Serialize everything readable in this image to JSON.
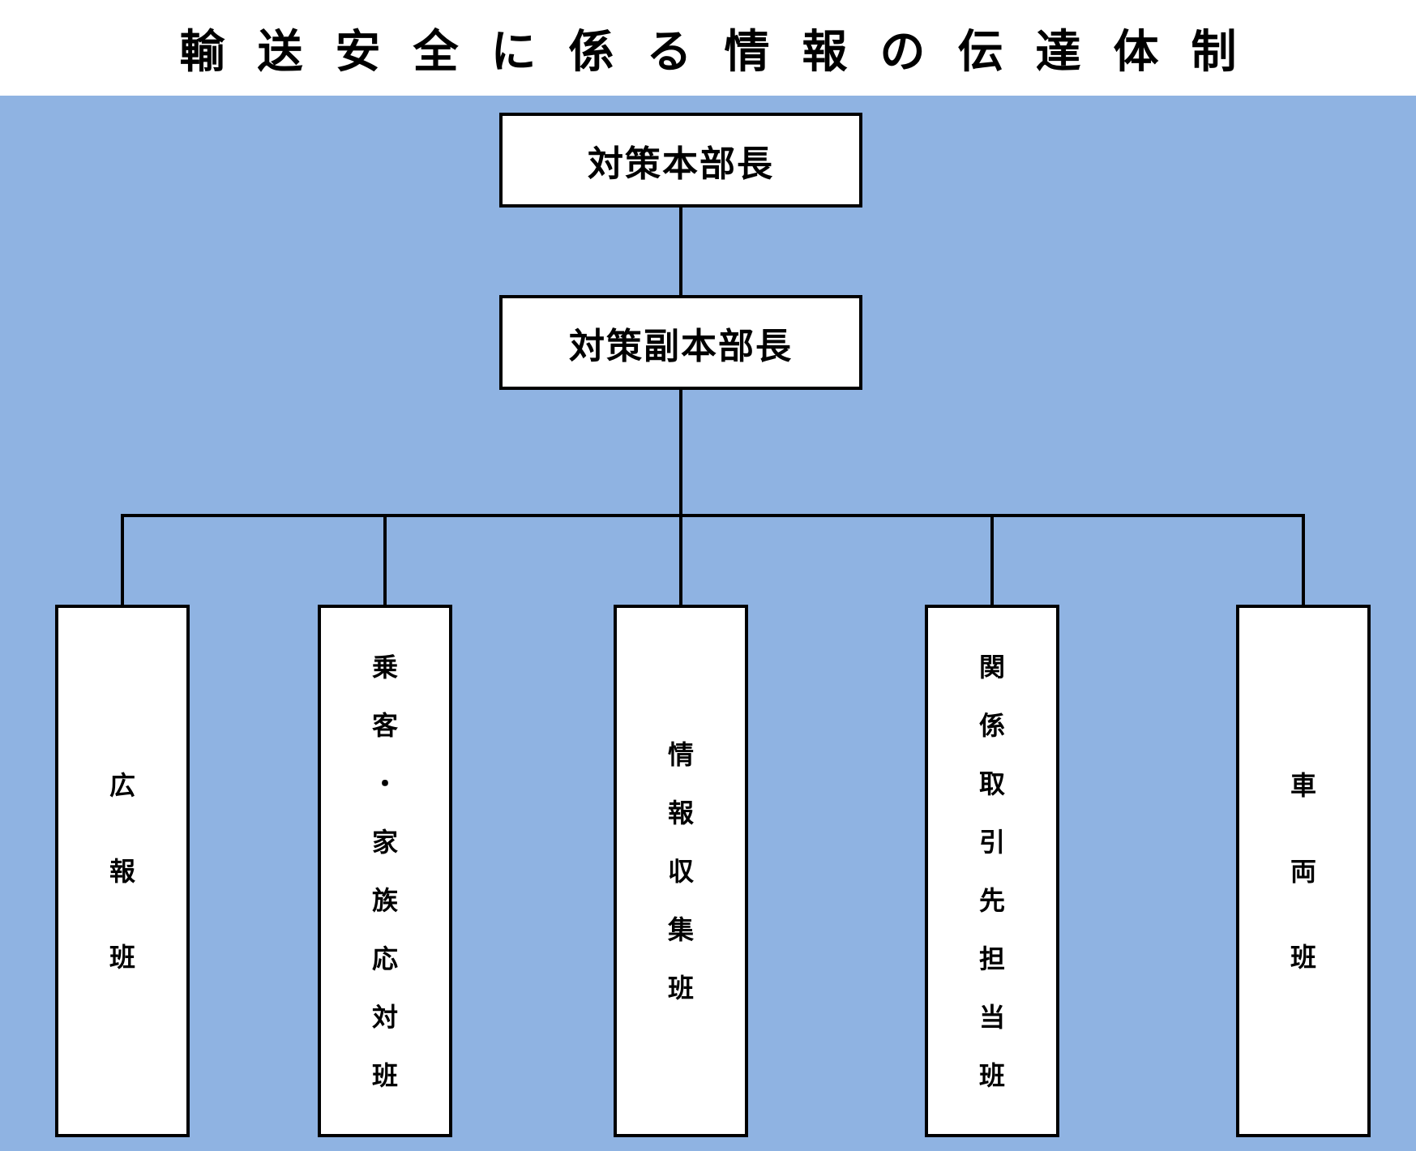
{
  "title": "輸送安全に係る情報の伝達体制",
  "head": {
    "label": "対策本部長"
  },
  "deputy": {
    "label": "対策副本部長"
  },
  "teams": [
    {
      "label": "広報班"
    },
    {
      "label": "乗客・家族応対班"
    },
    {
      "label": "情報収集班"
    },
    {
      "label": "関係取引先担当班"
    },
    {
      "label": "車両班"
    }
  ],
  "colors": {
    "background": "#8fb3e2",
    "box_fill": "#ffffff",
    "line": "#000000"
  }
}
